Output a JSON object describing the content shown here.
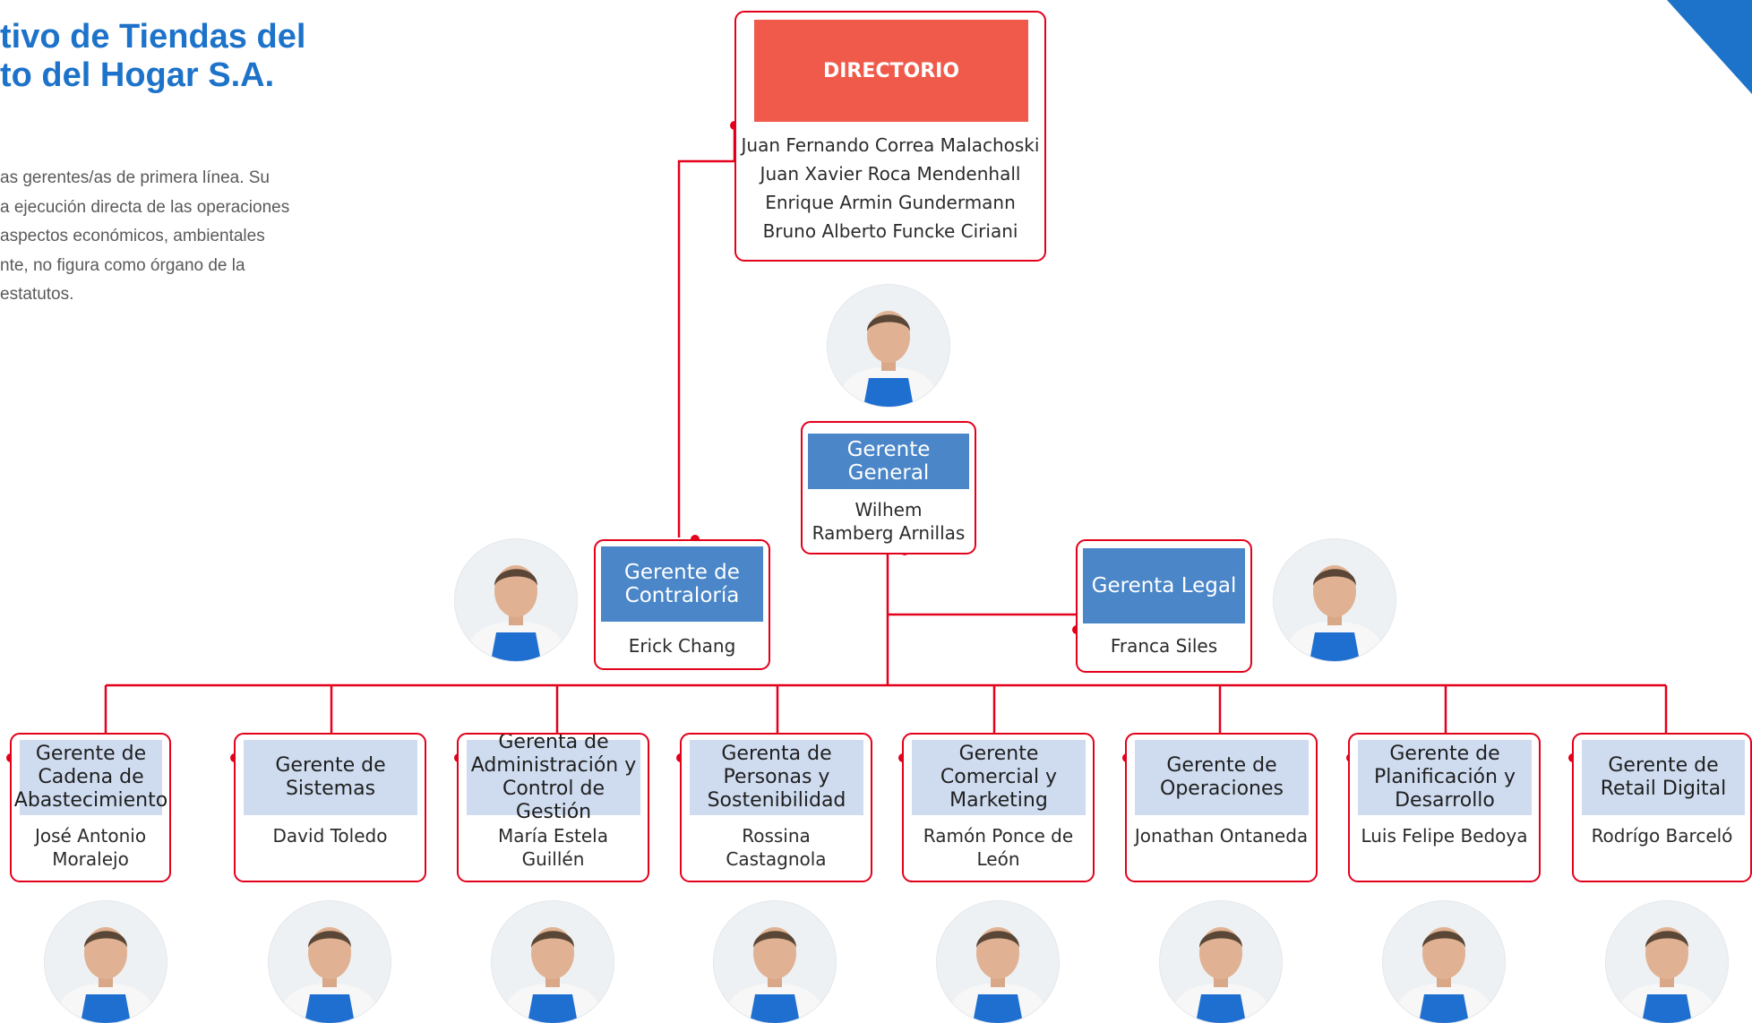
{
  "title": {
    "line1": "tivo de Tiendas del",
    "line2": "to del Hogar S.A."
  },
  "intro": {
    "lines": [
      "as gerentes/as de primera línea. Su",
      "a ejecución directa de las operaciones",
      "aspectos económicos, ambientales",
      "nte, no figura como órgano de la",
      "estatutos."
    ]
  },
  "directorio": {
    "label": "DIRECTORIO",
    "members": [
      "Juan Fernando Correa Malachoski",
      "Juan Xavier Roca Mendenhall",
      "Enrique Armin Gundermann",
      "Bruno Alberto Funcke Ciriani"
    ]
  },
  "general": {
    "role": "Gerente General",
    "name": "Wilhem Ramberg Arnillas"
  },
  "contraloria": {
    "role": "Gerente de Contraloría",
    "name": "Erick Chang"
  },
  "legal": {
    "role": "Gerenta Legal",
    "name": "Franca Siles"
  },
  "managers": [
    {
      "role": "Gerente de Cadena de Abastecimiento",
      "name": "José Antonio Moralejo"
    },
    {
      "role": "Gerente de Sistemas",
      "name": "David Toledo"
    },
    {
      "role": "Gerenta de Administración y Control de Gestión",
      "name": "María Estela Guillén"
    },
    {
      "role": "Gerenta de Personas  y Sostenibilidad",
      "name": "Rossina Castagnola"
    },
    {
      "role": "Gerente Comercial y Marketing",
      "name": "Ramón Ponce de León"
    },
    {
      "role": "Gerente de Operaciones",
      "name": "Jonathan Ontaneda"
    },
    {
      "role": "Gerente de Planificación y Desarrollo",
      "name": "Luis Felipe Bedoya"
    },
    {
      "role": "Gerente de Retail Digital",
      "name": "Rodrígo Barceló"
    }
  ],
  "colors": {
    "title_blue": "#1d73c9",
    "line_red": "#e3001b",
    "header_blue": "#4a86c8",
    "header_light": "#cfdcf0",
    "header_red": "#f05a4b",
    "apron_blue": "#1f6fd1"
  }
}
